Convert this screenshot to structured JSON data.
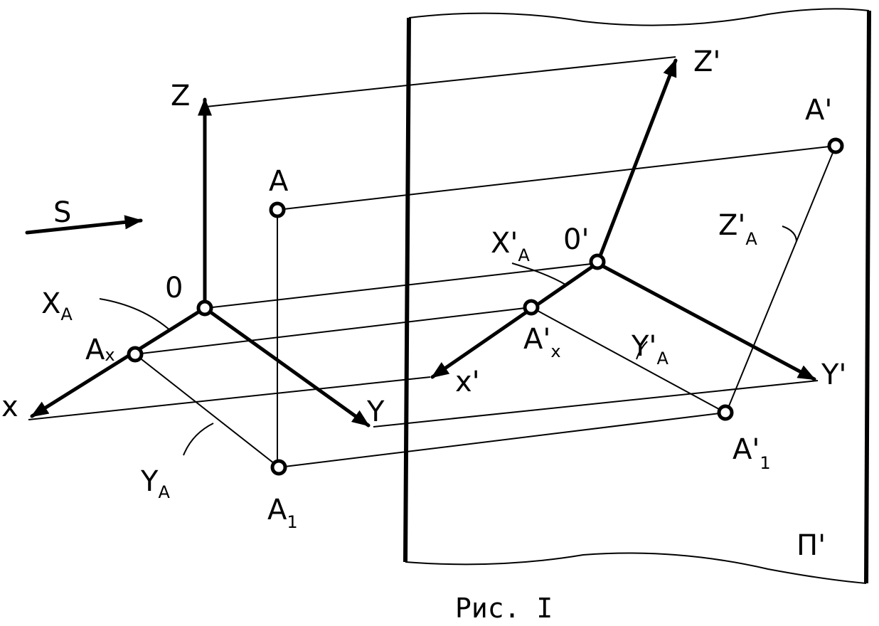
{
  "labels": {
    "z": "Z",
    "a": "A",
    "s": "S",
    "o": "0",
    "xa_main": "X",
    "xa_sub": "A",
    "ax_main": "A",
    "ax_sub": "x",
    "x": "x",
    "y": "Y",
    "ya_main": "Y",
    "ya_sub": "A",
    "a1_main": "A",
    "a1_sub": "1",
    "z_prime": "Z'",
    "a_prime": "A'",
    "o_prime": "0'",
    "xa_prime_main": "X'",
    "xa_prime_sub": "A",
    "za_prime_main": "Z'",
    "za_prime_sub": "A",
    "x_prime": "x'",
    "ax_prime_main": "A'",
    "ax_prime_sub": "x",
    "ya_prime_main": "Y'",
    "ya_prime_sub": "A",
    "y_prime": "Y'",
    "a1_prime_main": "A'",
    "a1_prime_sub": "1",
    "plane": "П'"
  },
  "caption": "Рис. I"
}
